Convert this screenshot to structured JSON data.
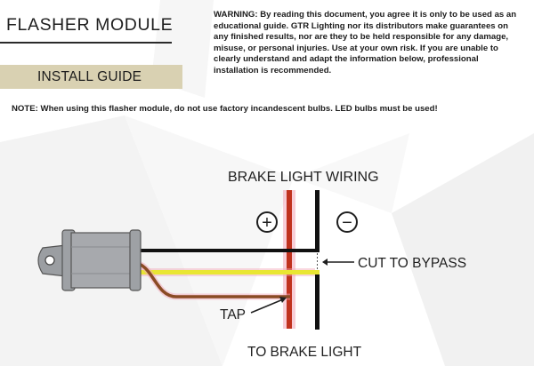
{
  "header": {
    "title": "FLASHER MODULE",
    "subtitle": "INSTALL GUIDE",
    "subtitle_bar_color": "#d9d1b2"
  },
  "warning": {
    "text": "WARNING: By reading this document, you agree it is only to be used as an educational guide. GTR Lighting nor its distributors make guarantees on any finished results, nor are they to be held responsible for any damage, misuse, or personal injuries. Use at your own risk. If you are unable to clearly understand and adapt the information below, professional installation is recommended."
  },
  "note": {
    "text": "NOTE: When using this flasher module, do not use factory incandescent bulbs. LED bulbs must be used!"
  },
  "diagram": {
    "heading": "BRAKE LIGHT WIRING",
    "positive_symbol": "+",
    "negative_symbol": "−",
    "cut_label": "CUT TO BYPASS",
    "tap_label": "TAP",
    "bottom_label": "TO BRAKE LIGHT",
    "colors": {
      "positive_wire": "#c0321e",
      "positive_glow": "#f2a6b8",
      "negative_wire": "#111111",
      "signal_wire": "#e9e633",
      "tap_wire": "#8a4b24",
      "module_body": "#a7a9ad"
    }
  }
}
